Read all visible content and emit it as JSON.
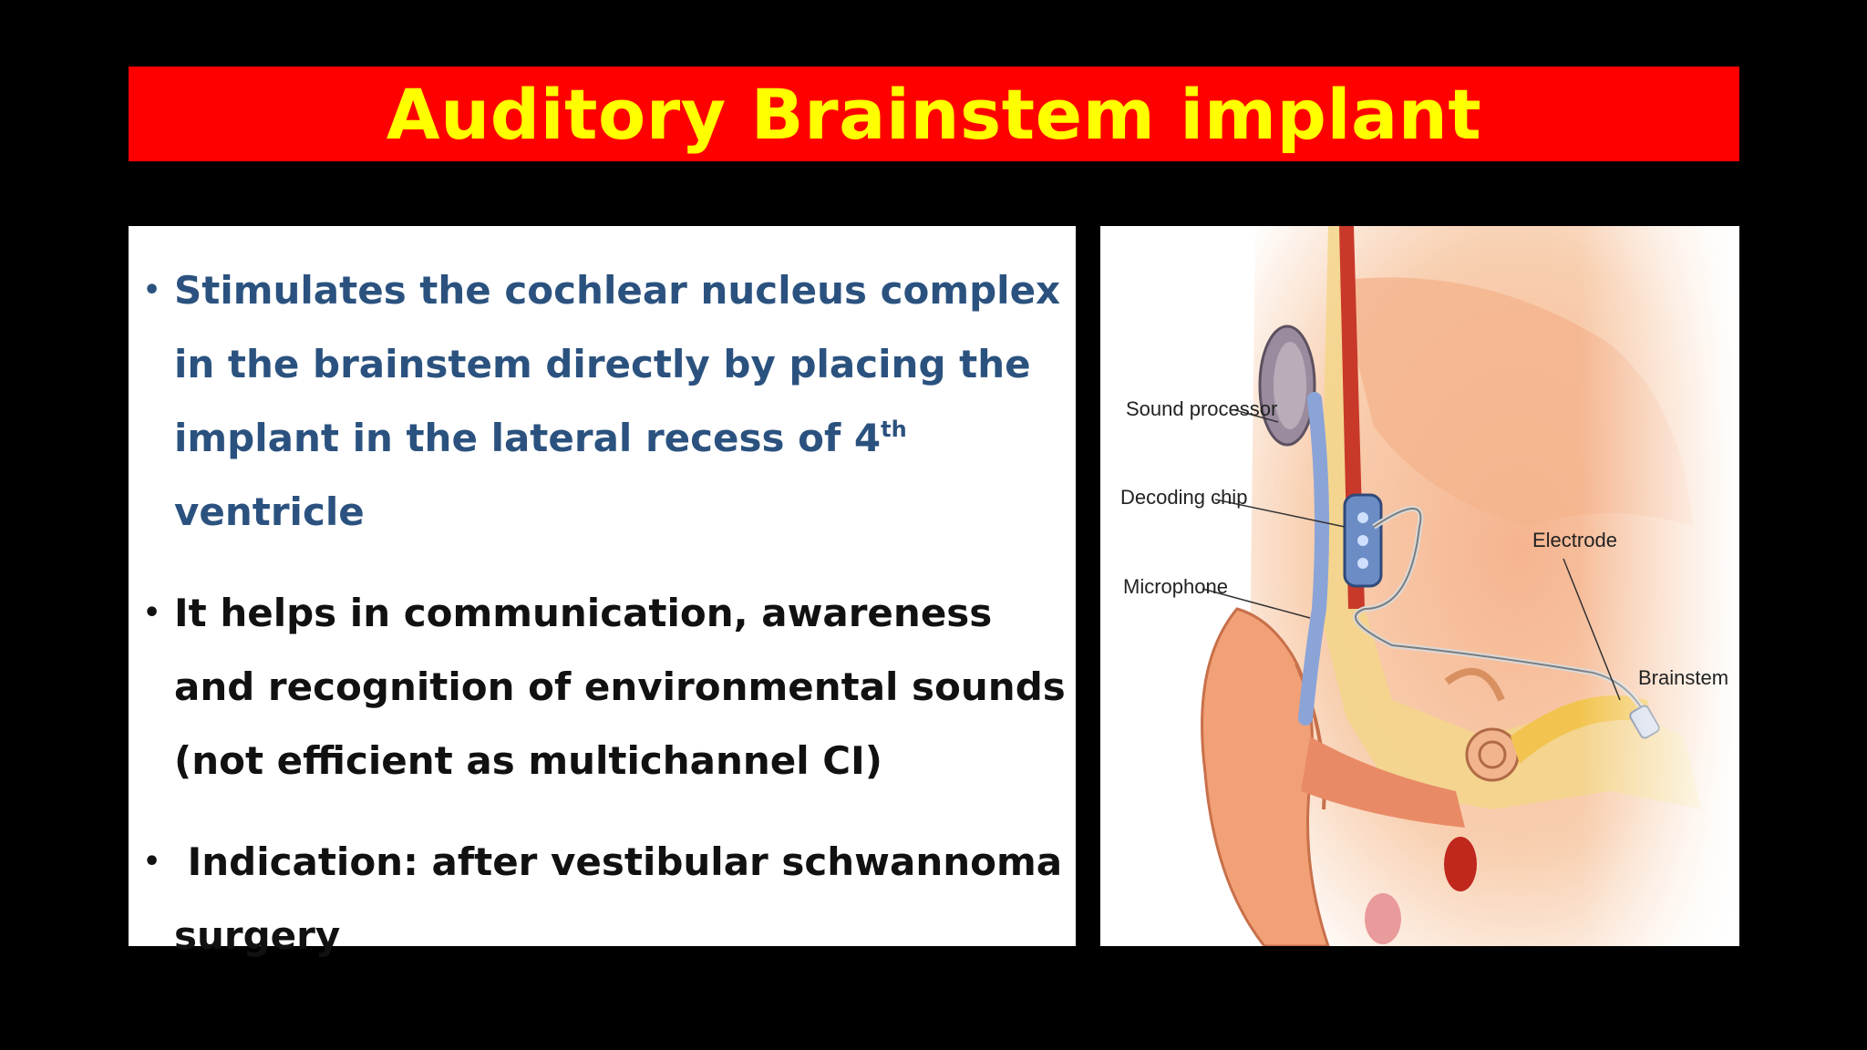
{
  "slide": {
    "title": "Auditory Brainstem implant"
  },
  "bullets": [
    {
      "text_before": "Stimulates the cochlear nucleus complex in the brainstem directly by placing the implant in the lateral recess of 4",
      "superscript": "th",
      "text_after": " ventricle"
    },
    {
      "text": "It helps in communication, awareness and recognition of environmental sounds (not efficient as multichannel CI)"
    },
    {
      "text": " Indication: after vestibular schwannoma surgery"
    }
  ],
  "figure": {
    "labels": {
      "sound_processor": "Sound processor",
      "decoding_chip": "Decoding chip",
      "microphone": "Microphone",
      "electrode": "Electrode",
      "brainstem": "Brainstem"
    }
  },
  "colors": {
    "title_bg": "#ff0000",
    "title_text": "#ffff00",
    "bullet1_text": "#2b527f",
    "bullet_text": "#111111"
  }
}
